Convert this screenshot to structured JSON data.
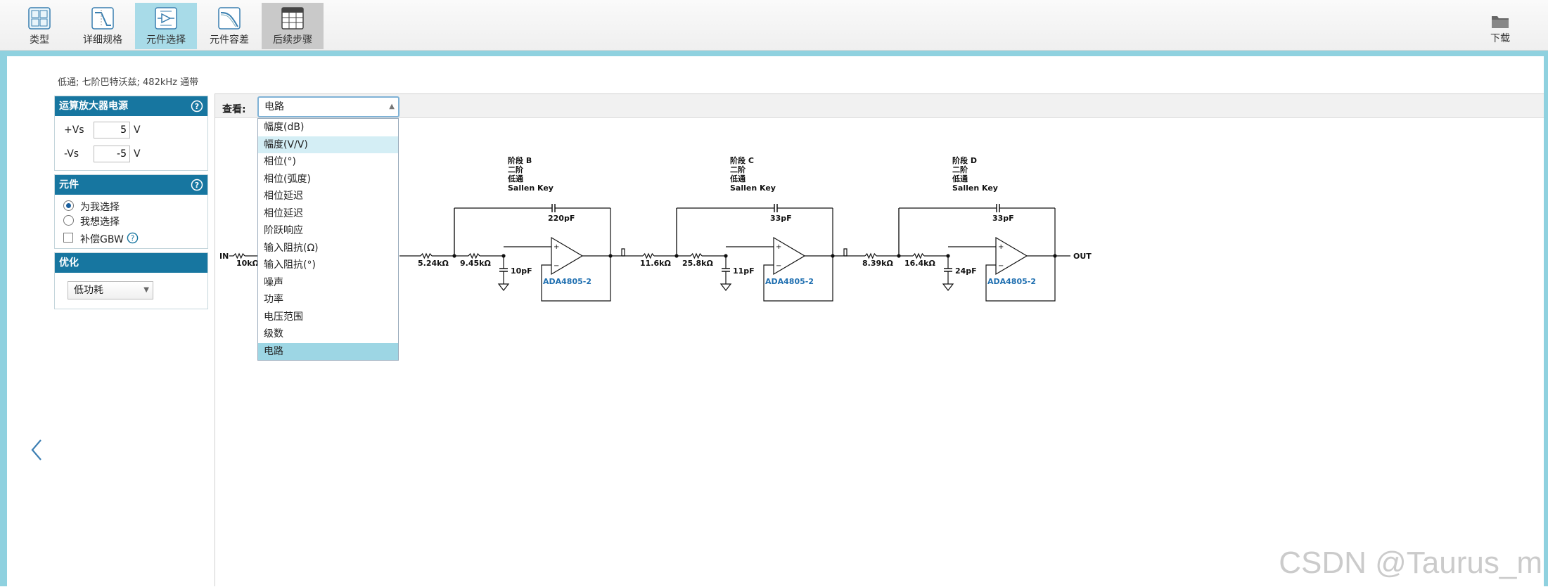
{
  "toolbar": {
    "tabs": [
      {
        "label": "类型",
        "icon": "filter-type-icon"
      },
      {
        "label": "详细规格",
        "icon": "specifications-icon"
      },
      {
        "label": "元件选择",
        "icon": "component-selection-icon"
      },
      {
        "label": "元件容差",
        "icon": "tolerance-icon"
      },
      {
        "label": "后续步骤",
        "icon": "next-steps-icon"
      }
    ],
    "active_tab": "元件选择",
    "download_label": "下载"
  },
  "summary": "低通; 七阶巴特沃兹; 482kHz 通带",
  "panels": {
    "power": {
      "title": "运算放大器电源",
      "vs_pos_label": "+Vs",
      "vs_pos_value": "5",
      "vs_neg_label": "-Vs",
      "vs_neg_value": "-5",
      "unit": "V"
    },
    "components": {
      "title": "元件",
      "option_auto": "为我选择",
      "option_manual": "我想选择",
      "compensate_gbw": "补偿GBW"
    },
    "optimize": {
      "title": "优化",
      "value": "低功耗"
    }
  },
  "view": {
    "label": "查看:",
    "selected": "电路",
    "options": [
      "幅度(dB)",
      "幅度(V/V)",
      "相位(°)",
      "相位(弧度)",
      "相位延迟",
      "相位延迟",
      "阶跃响应",
      "输入阻抗(Ω)",
      "输入阻抗(°)",
      "噪声",
      "功率",
      "电压范围",
      "级数",
      "电路"
    ],
    "hover_index": 1
  },
  "circuit": {
    "in_label": "IN",
    "out_label": "OUT",
    "first_resistor": "10kΩ",
    "stages": [
      {
        "stage": "阶段 B",
        "order": "二阶",
        "type": "低通",
        "topology": "Sallen Key",
        "r1": "5.24kΩ",
        "r2": "9.45kΩ",
        "c_feedback": "220pF",
        "c_ground": "10pF",
        "opamp": "ADA4805-2"
      },
      {
        "stage": "阶段 C",
        "order": "二阶",
        "type": "低通",
        "topology": "Sallen Key",
        "r1": "11.6kΩ",
        "r2": "25.8kΩ",
        "c_feedback": "33pF",
        "c_ground": "11pF",
        "opamp": "ADA4805-2"
      },
      {
        "stage": "阶段 D",
        "order": "二阶",
        "type": "低通",
        "topology": "Sallen Key",
        "r1": "8.39kΩ",
        "r2": "16.4kΩ",
        "c_feedback": "33pF",
        "c_ground": "24pF",
        "opamp": "ADA4805-2"
      }
    ]
  },
  "colors": {
    "accent": "#1776a0",
    "frame": "#8fd1df",
    "active_tab": "#a8dbe8",
    "opamp_label": "#1f6fb0"
  },
  "watermark": "CSDN @Taurus_m"
}
